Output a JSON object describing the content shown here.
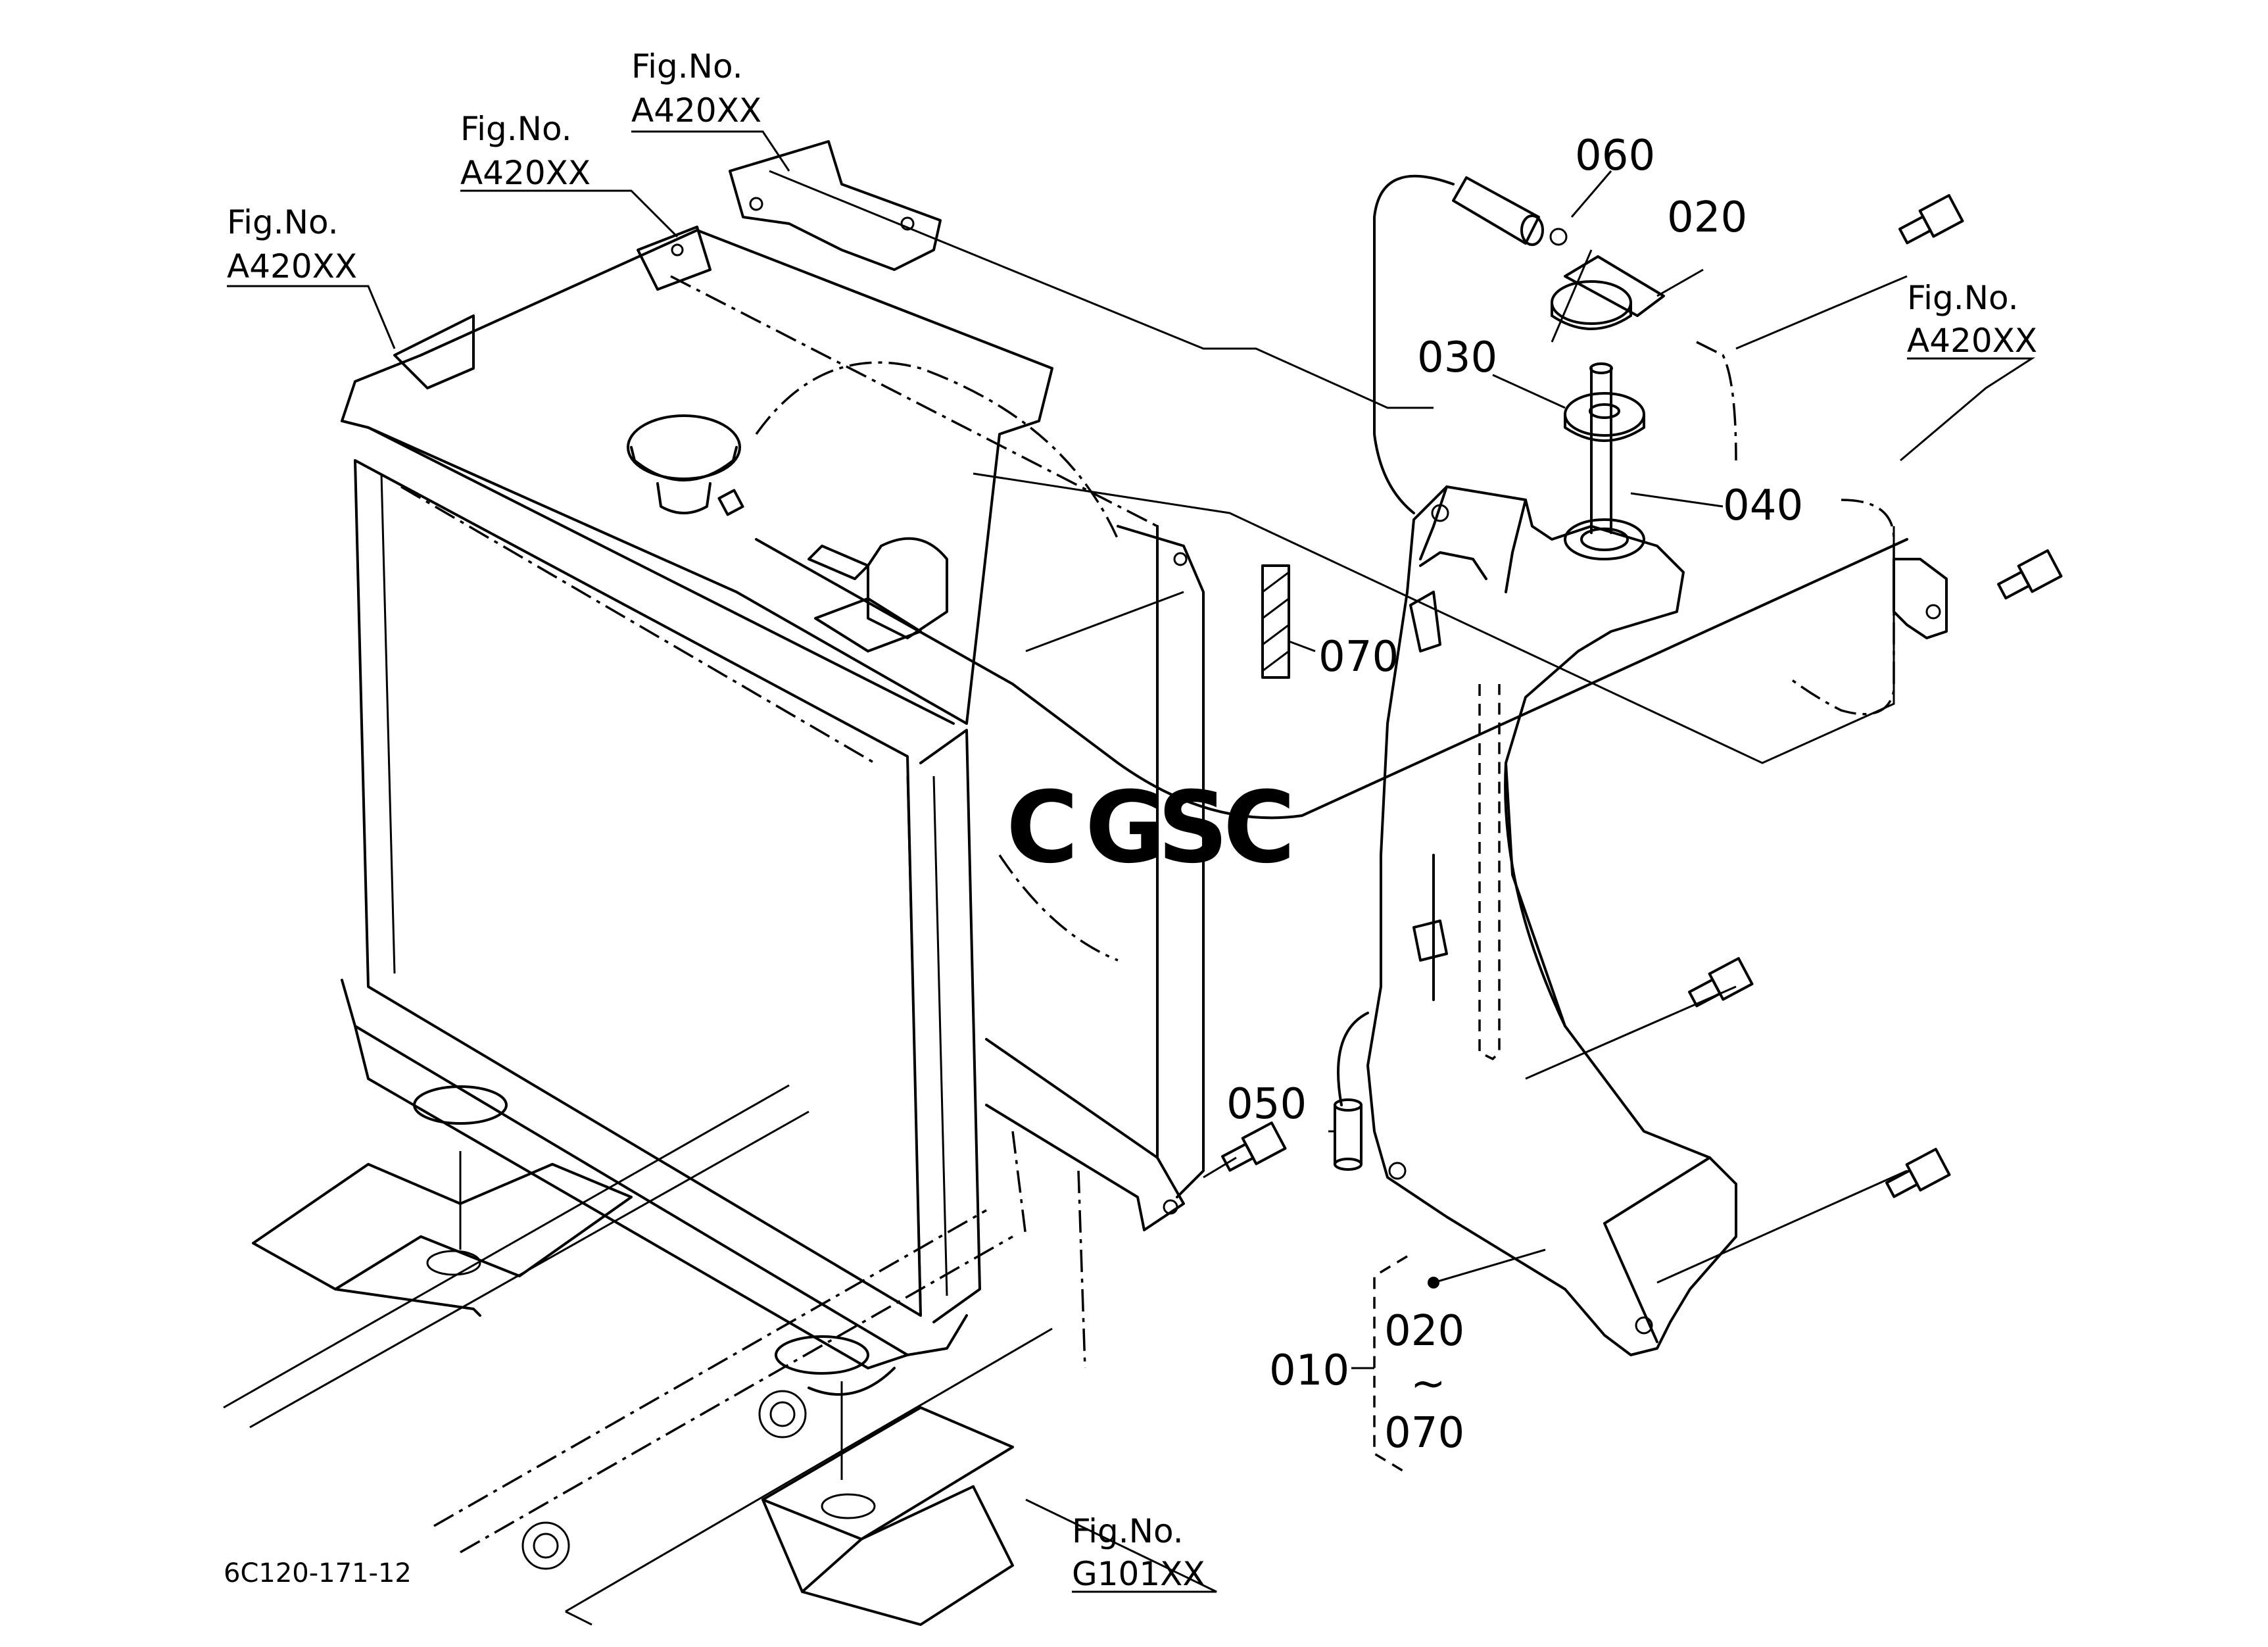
{
  "parts": {
    "p060": "060",
    "p020": "020",
    "p030": "030",
    "p040": "040",
    "p070": "070",
    "p050": "050",
    "p010": "010",
    "range_from": "020",
    "range_tilde": "~",
    "range_to": "070"
  },
  "figrefs": [
    {
      "label": "Fig.No.",
      "code": "A420XX"
    },
    {
      "label": "Fig.No.",
      "code": "A420XX"
    },
    {
      "label": "Fig.No.",
      "code": "A420XX"
    },
    {
      "label": "Fig.No.",
      "code": "A420XX"
    },
    {
      "label": "Fig.No.",
      "code": "G101XX"
    }
  ],
  "drawing_number": "6C120-171-12",
  "watermark": {
    "letters": [
      "C",
      "G",
      "S",
      "C"
    ],
    "colors": [
      "#6f9ce8",
      "#ef8a7e",
      "#f3c94c",
      "#5cbf92"
    ]
  }
}
